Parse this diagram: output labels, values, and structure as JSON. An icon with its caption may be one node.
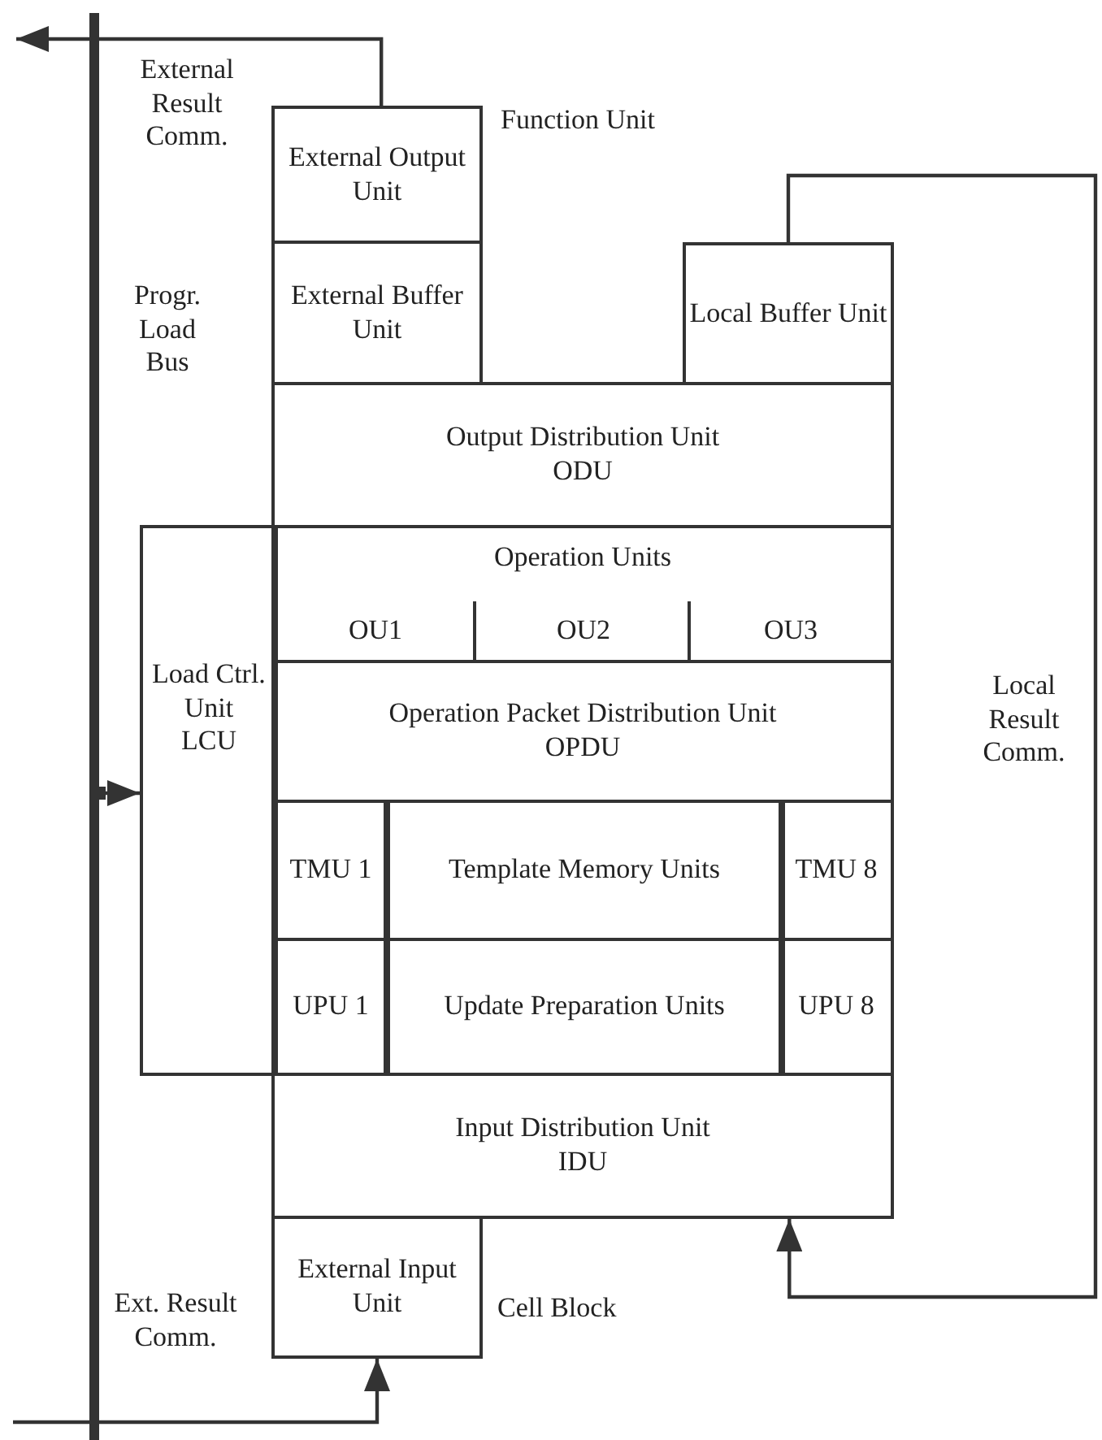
{
  "diagram": {
    "nodes": [
      {
        "text": [
          "External Output Unit"
        ]
      },
      {
        "text": [
          "External Buffer Unit"
        ]
      },
      {
        "text": [
          "Local Buffer Unit"
        ]
      },
      {
        "text": [
          "Output Distribution Unit",
          "ODU"
        ]
      },
      {
        "text": [
          "Load Ctrl. Unit",
          "LCU"
        ]
      },
      {
        "text": [
          "Operation Units"
        ]
      },
      {
        "text": [
          "OU1"
        ],
        "in": 5
      },
      {
        "text": [
          "OU2"
        ],
        "in": 5
      },
      {
        "text": [
          "OU3"
        ],
        "in": 5
      },
      {
        "text": [
          "Operation Packet Distribution Unit",
          "OPDU"
        ]
      },
      {
        "text": [
          "TMU 1"
        ]
      },
      {
        "text": [
          "Template Memory Units"
        ]
      },
      {
        "text": [
          "TMU 8"
        ]
      },
      {
        "text": [
          "UPU 1"
        ]
      },
      {
        "text": [
          "Update Preparation Units"
        ]
      },
      {
        "text": [
          "UPU 8"
        ]
      },
      {
        "text": [
          "Input Distribution Unit",
          "IDU"
        ]
      },
      {
        "text": [
          "External Input Unit"
        ]
      },
      {
        "text": [],
        "shape": "bar",
        "beside": [
          "Progr. Load Bus"
        ]
      }
    ],
    "edges": [
      {
        "from": 0,
        "to": null,
        "arrow": "to",
        "label": "External Result Comm."
      },
      {
        "from": 2,
        "to": 16,
        "arrow": "to",
        "label": "Local Result Comm."
      },
      {
        "from": 18,
        "to": 4,
        "arrow": "to"
      },
      {
        "from": null,
        "to": 17,
        "arrow": "to",
        "label": "Ext. Result Comm."
      }
    ],
    "labels": [
      "Function Unit",
      "Cell Block"
    ]
  }
}
